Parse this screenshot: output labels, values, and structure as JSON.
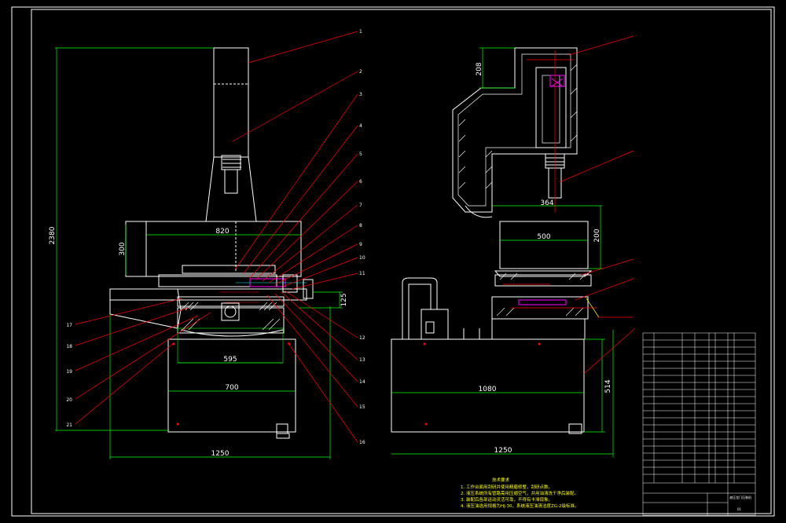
{
  "drawing": {
    "background": "#000000",
    "colors": {
      "outline": "#ffffff",
      "dimension": "#00ff00",
      "leader": "#ff0000",
      "hidden": "#ffff00",
      "accent": "#ff00ff",
      "centerline": "#ff0000",
      "note": "#ffff00"
    }
  },
  "left_view": {
    "dims": {
      "height": "2380",
      "top_width": "820",
      "top_height": "300",
      "side_height": "125",
      "mid_width": "595",
      "base_width": "700",
      "overall_width": "1250"
    },
    "balloons_right": [
      "1",
      "2",
      "3",
      "4",
      "5",
      "6",
      "7",
      "8",
      "9",
      "10",
      "11"
    ],
    "balloons_left": [
      "17",
      "18",
      "19",
      "20",
      "21"
    ],
    "balloons_lower": [
      "12",
      "13",
      "14",
      "15",
      "16"
    ]
  },
  "right_view": {
    "dims": {
      "throat_top": "208",
      "throat_width": "364",
      "box_width": "500",
      "box_height": "200",
      "base_width": "1080",
      "base_height": "514",
      "overall_width": "1250"
    }
  },
  "notes": {
    "title": "技术要求",
    "lines": [
      "1. 工作台面用刮研并使用精磨修整，刮研点数。",
      "2. 液压系统所有管路需用压缩空气，并用油清洗干净后装配。",
      "3. 装配后各部运动灵活可靠，不得有卡滞现象。",
      "4. 液压油选用规格为HJ-30，系统液压油清洁度ZG-2级标准。"
    ]
  },
  "title_block": {
    "name": "液压龙门压装机",
    "drawing_no": "01"
  }
}
